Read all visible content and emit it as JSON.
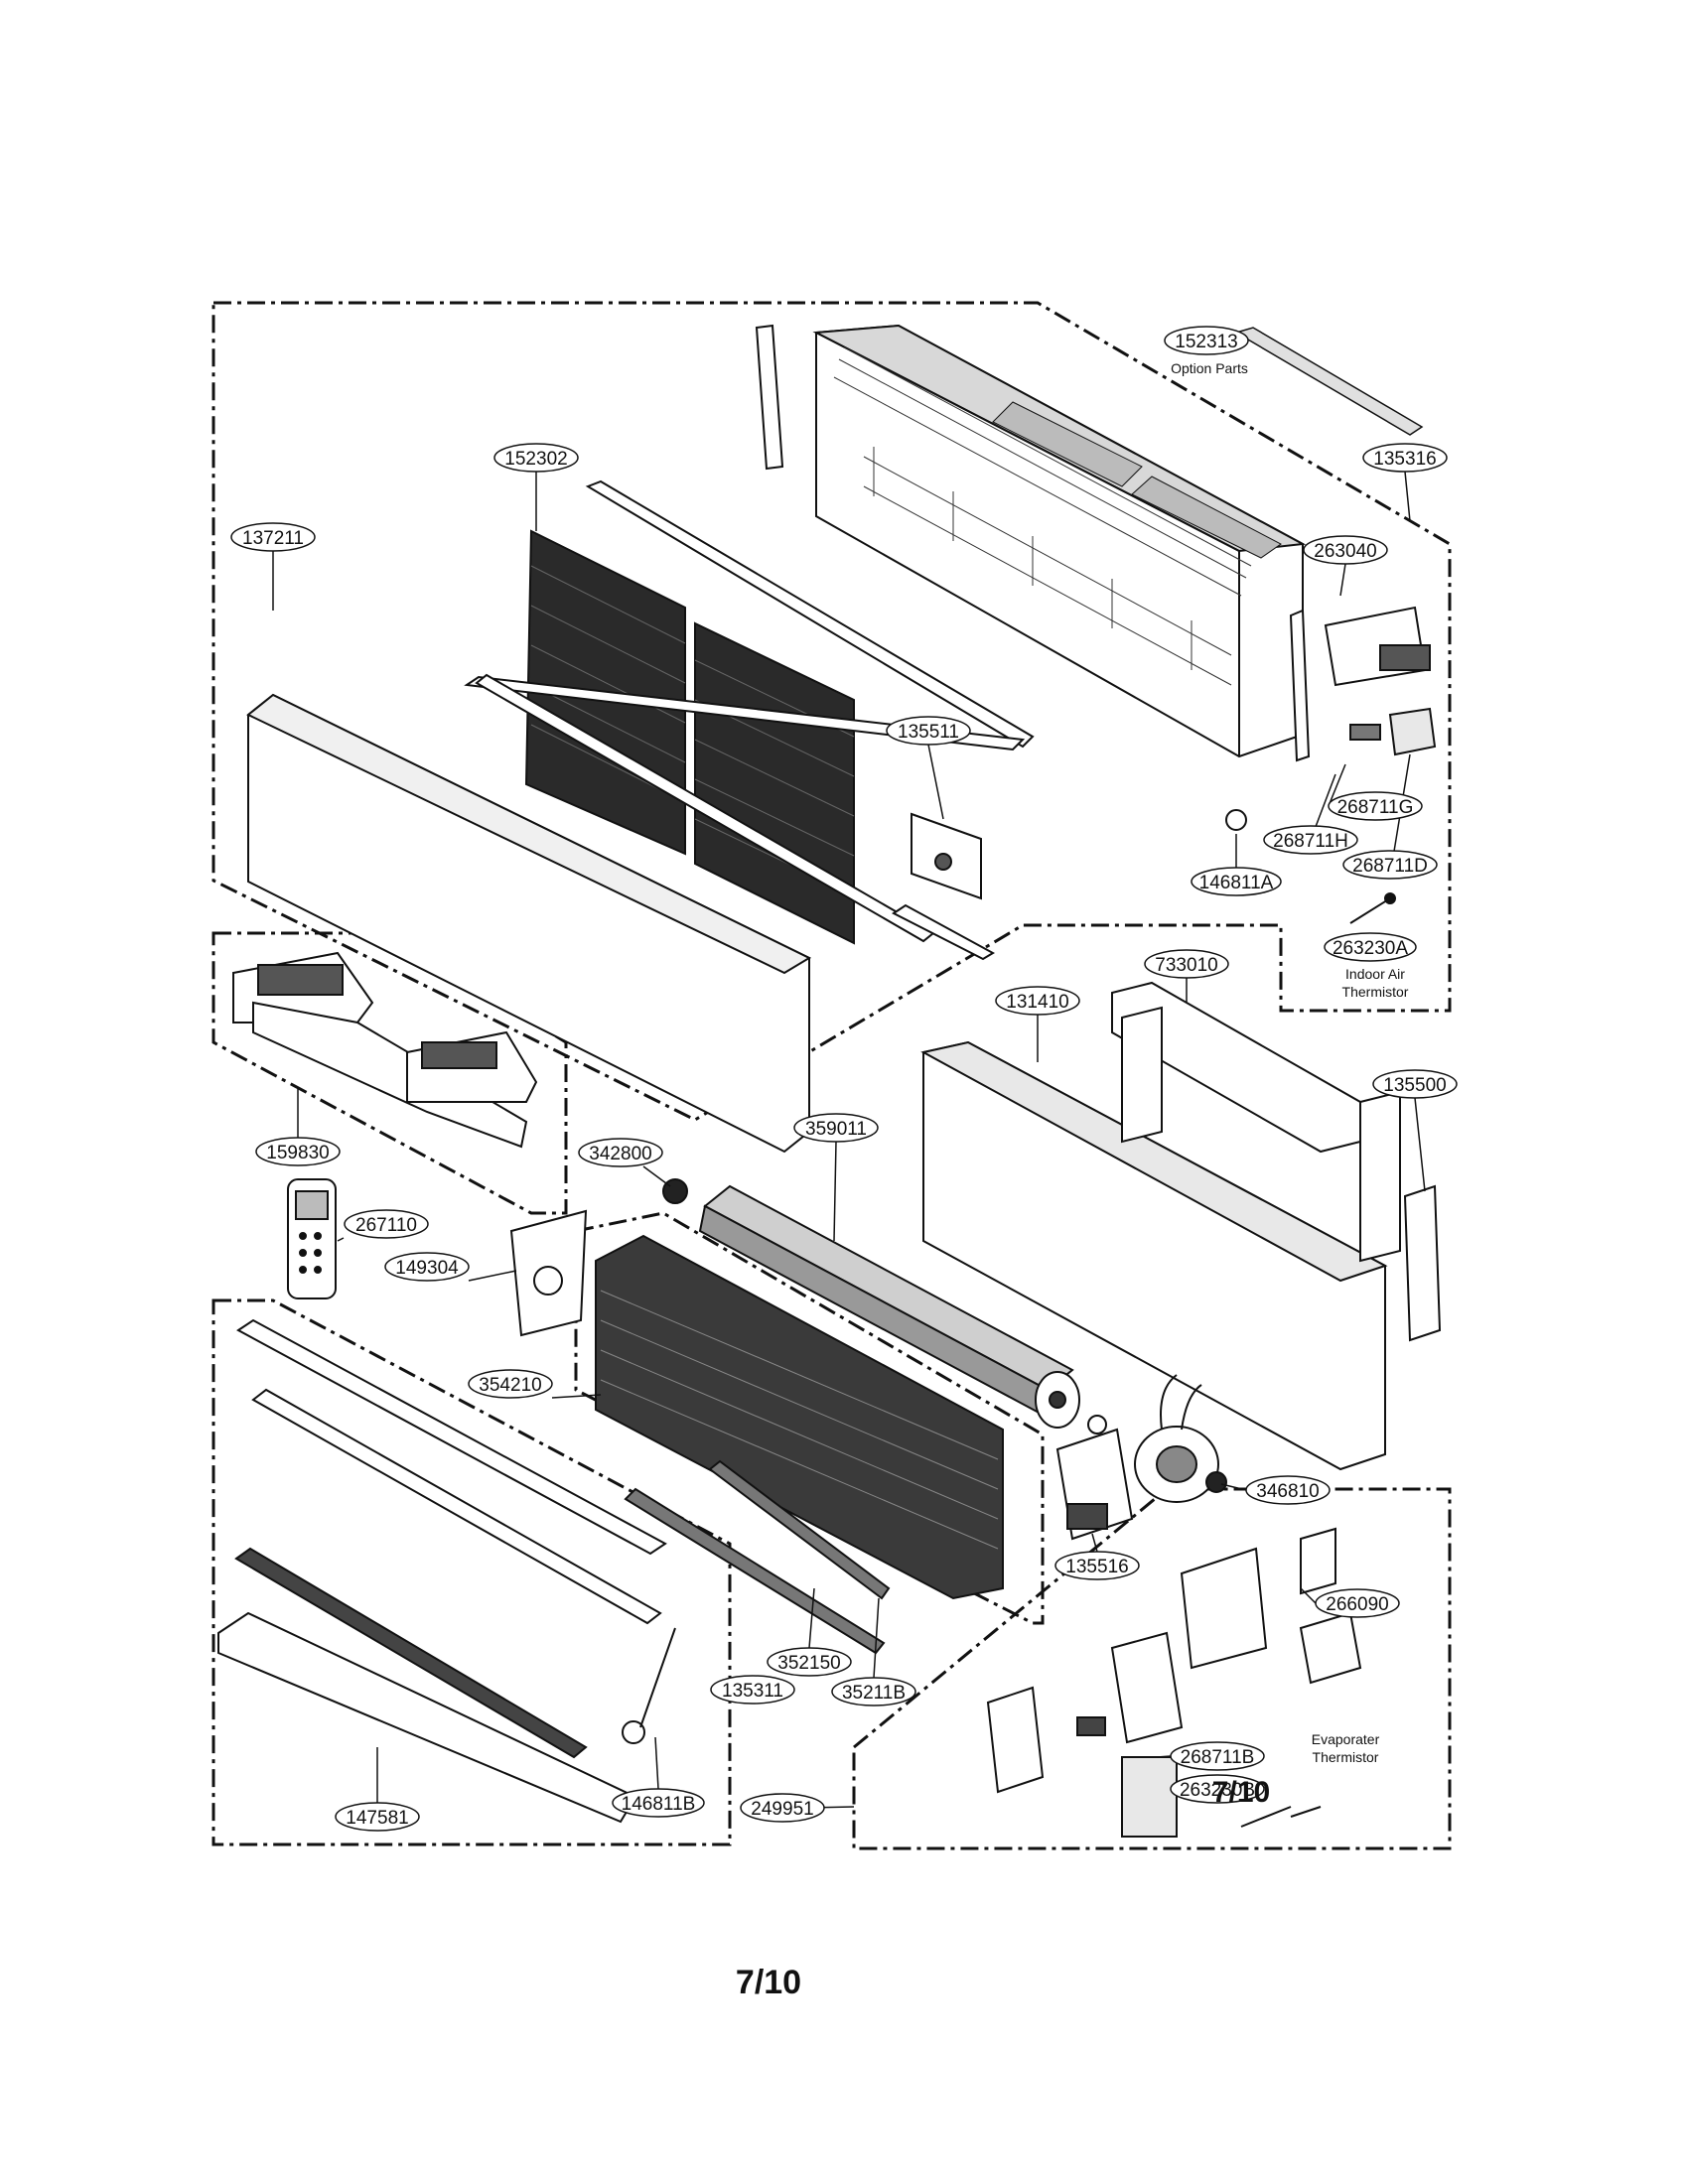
{
  "parts": {
    "p152313": "152313",
    "p135316": "135316",
    "p152302": "152302",
    "p137211": "137211",
    "p263040": "263040",
    "p135511": "135511",
    "p268711G": "268711G",
    "p268711H": "268711H",
    "p268711D": "268711D",
    "p146811A": "146811A",
    "p263230A": "263230A",
    "p733010": "733010",
    "p131410": "131410",
    "p135500": "135500",
    "p159830": "159830",
    "p342800": "342800",
    "p359011": "359011",
    "p267110": "267110",
    "p149304": "149304",
    "p354210": "354210",
    "p346810": "346810",
    "p135516": "135516",
    "p266090": "266090",
    "p352150": "352150",
    "p35211B": "35211B",
    "p135311": "135311",
    "p268711B": "268711B",
    "p263230B": "263230B",
    "p146811B": "146811B",
    "p249951": "249951",
    "p147581": "147581"
  },
  "notes": {
    "option_parts": "Option Parts",
    "indoor_air_1": "Indoor Air",
    "indoor_air_2": "Thermistor",
    "evap_1": "Evaporater",
    "evap_2": "Thermistor"
  },
  "page": {
    "inner_number": "7/10",
    "footer_number": "7/10"
  }
}
